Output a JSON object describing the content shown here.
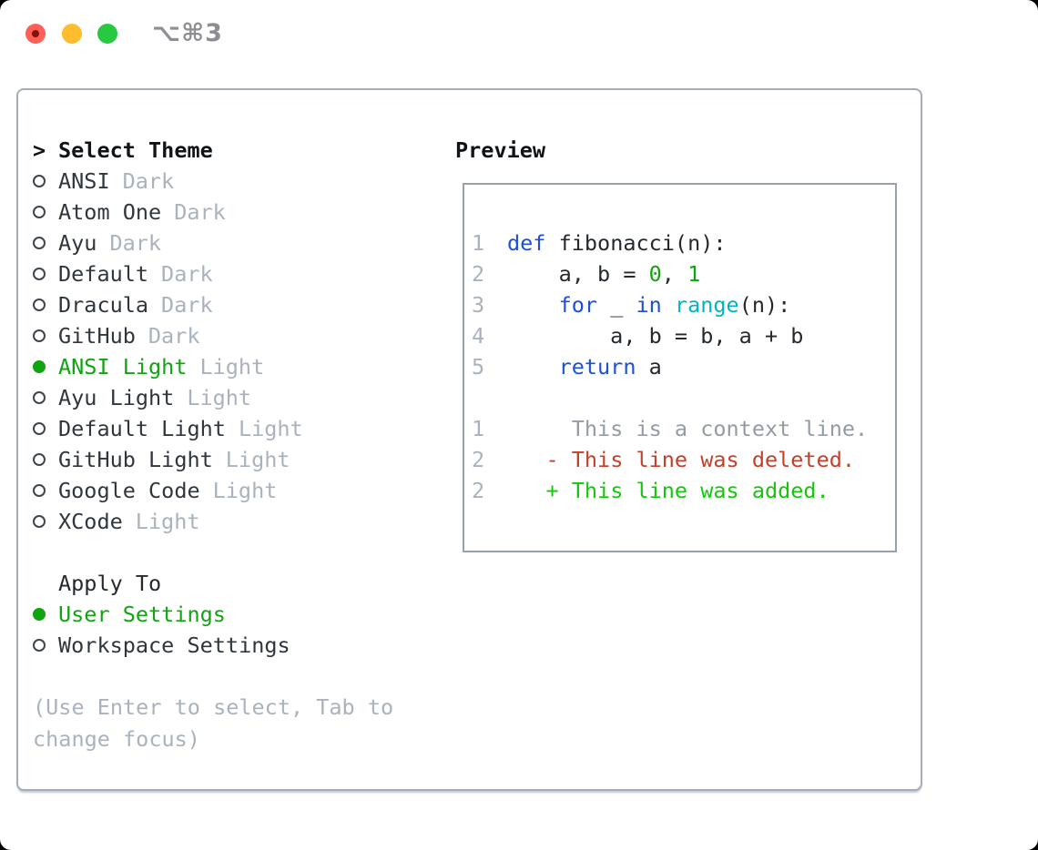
{
  "window": {
    "title": "⌥⌘3",
    "traffic_lights": [
      {
        "name": "close",
        "color": "#ff5f57"
      },
      {
        "name": "minimize",
        "color": "#febc2e"
      },
      {
        "name": "zoom",
        "color": "#28c840"
      }
    ]
  },
  "colors": {
    "selection_green": "#12a312",
    "added_green": "#16c60c",
    "deleted_red": "#c3402b",
    "keyword_blue": "#1d4fd8",
    "builtin_cyan": "#00b3c4",
    "number_green": "#12a312",
    "muted_gray": "#a9b2bd",
    "context_gray": "#949ba4",
    "text": "#24292f",
    "panel_border": "#a6adb8"
  },
  "theme_selector": {
    "prompt": ">",
    "header": "Select Theme",
    "items": [
      {
        "name": "ANSI",
        "tag": "Dark",
        "selected": false
      },
      {
        "name": "Atom One",
        "tag": "Dark",
        "selected": false
      },
      {
        "name": "Ayu",
        "tag": "Dark",
        "selected": false
      },
      {
        "name": "Default",
        "tag": "Dark",
        "selected": false
      },
      {
        "name": "Dracula",
        "tag": "Dark",
        "selected": false
      },
      {
        "name": "GitHub",
        "tag": "Dark",
        "selected": false
      },
      {
        "name": "ANSI Light",
        "tag": "Light",
        "selected": true
      },
      {
        "name": "Ayu Light",
        "tag": "Light",
        "selected": false
      },
      {
        "name": "Default Light",
        "tag": "Light",
        "selected": false
      },
      {
        "name": "GitHub Light",
        "tag": "Light",
        "selected": false
      },
      {
        "name": "Google Code",
        "tag": "Light",
        "selected": false
      },
      {
        "name": "XCode",
        "tag": "Light",
        "selected": false
      }
    ]
  },
  "apply_to": {
    "header": "Apply To",
    "options": [
      {
        "name": "User Settings",
        "selected": true
      },
      {
        "name": "Workspace Settings",
        "selected": false
      }
    ]
  },
  "help": {
    "lines": [
      "(Use Enter to select, Tab to",
      "change focus)"
    ]
  },
  "preview": {
    "header": "Preview",
    "code_lines": [
      {
        "num": "1",
        "segments": [
          {
            "text": "def",
            "style": "keyword"
          },
          {
            "text": " fibonacci(n):",
            "style": "plain"
          }
        ]
      },
      {
        "num": "2",
        "segments": [
          {
            "text": "    a, b = ",
            "style": "plain"
          },
          {
            "text": "0",
            "style": "number"
          },
          {
            "text": ", ",
            "style": "plain"
          },
          {
            "text": "1",
            "style": "number"
          }
        ]
      },
      {
        "num": "3",
        "segments": [
          {
            "text": "    ",
            "style": "plain"
          },
          {
            "text": "for",
            "style": "keyword"
          },
          {
            "text": " _ ",
            "style": "plain"
          },
          {
            "text": "in",
            "style": "keyword"
          },
          {
            "text": " ",
            "style": "plain"
          },
          {
            "text": "range",
            "style": "builtin"
          },
          {
            "text": "(n):",
            "style": "plain"
          }
        ]
      },
      {
        "num": "4",
        "segments": [
          {
            "text": "        a, b = b, a + b",
            "style": "plain"
          }
        ]
      },
      {
        "num": "5",
        "segments": [
          {
            "text": "    ",
            "style": "plain"
          },
          {
            "text": "return",
            "style": "keyword"
          },
          {
            "text": " a",
            "style": "plain"
          }
        ]
      },
      {
        "num": "",
        "segments": []
      },
      {
        "num": "1",
        "segments": [
          {
            "text": "     This is a context line.",
            "style": "context"
          }
        ]
      },
      {
        "num": "2",
        "segments": [
          {
            "text": "   ",
            "style": "plain"
          },
          {
            "text": "- This line was deleted.",
            "style": "deleted"
          }
        ]
      },
      {
        "num": "2",
        "segments": [
          {
            "text": "   ",
            "style": "plain"
          },
          {
            "text": "+ This line was added.",
            "style": "added"
          }
        ]
      }
    ]
  }
}
